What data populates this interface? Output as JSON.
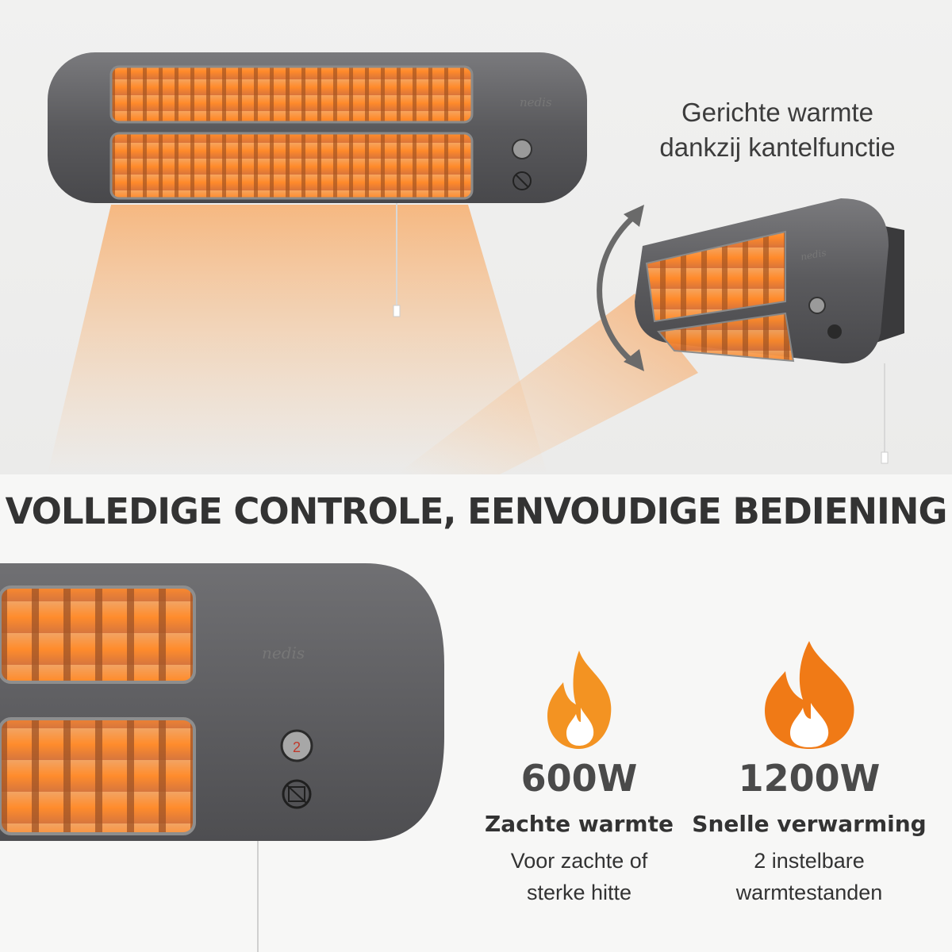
{
  "tilt": {
    "line1": "Gerichte warmte",
    "line2": "dankzij kantelfunctie"
  },
  "headline": "VOLLEDIGE CONTROLE, EENVOUDIGE BEDIENING",
  "brand": {
    "logo": "nedis"
  },
  "features": [
    {
      "watt": "600W",
      "name": "Zachte warmte",
      "desc1": "Voor zachte of",
      "desc2": "sterke hitte",
      "icon": "flame-icon"
    },
    {
      "watt": "1200W",
      "name": "Snelle verwarming",
      "desc1": "2 instelbare",
      "desc2": "warmtestanden",
      "icon": "flame-icon"
    }
  ],
  "switch_setting": "2",
  "colors": {
    "accent": "#f39322",
    "heater_body": "#5e5e60",
    "glow": "#f5b57a",
    "text": "#333333"
  }
}
